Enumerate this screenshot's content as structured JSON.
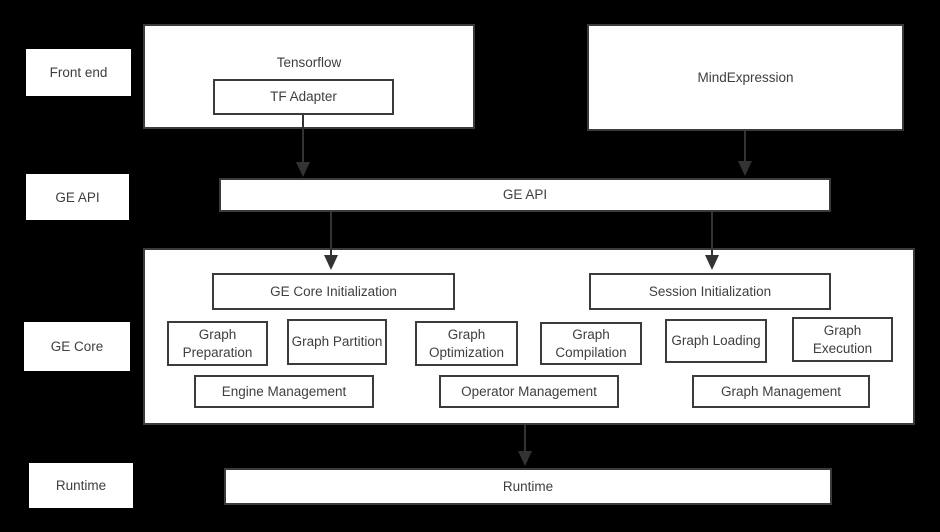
{
  "diagram": {
    "row_labels": [
      {
        "label": "Front end"
      },
      {
        "label": "GE API"
      },
      {
        "label": "GE Core"
      },
      {
        "label": "Runtime"
      }
    ],
    "frontend": {
      "tensorflow": "Tensorflow",
      "tf_adapter": "TF Adapter",
      "mindexpression": "MindExpression"
    },
    "ge_api": {
      "label": "GE API"
    },
    "ge_core": {
      "ge_core_initialization": "GE Core Initialization",
      "session_initialization": "Session Initialization",
      "stages": [
        {
          "label": "Graph Preparation"
        },
        {
          "label": "Graph Partition"
        },
        {
          "label": "Graph Optimization"
        },
        {
          "label": "Graph Compilation"
        },
        {
          "label": "Graph Loading"
        },
        {
          "label": "Graph Execution"
        }
      ],
      "management": [
        {
          "label": "Engine Management"
        },
        {
          "label": "Operator Management"
        },
        {
          "label": "Graph Management"
        }
      ]
    },
    "runtime": {
      "label": "Runtime"
    },
    "colors": {
      "background": "#000000",
      "box_fill": "#ffffff",
      "box_border": "#3b3b3b",
      "text": "#3f3f3f",
      "arrow": "#333333"
    }
  }
}
